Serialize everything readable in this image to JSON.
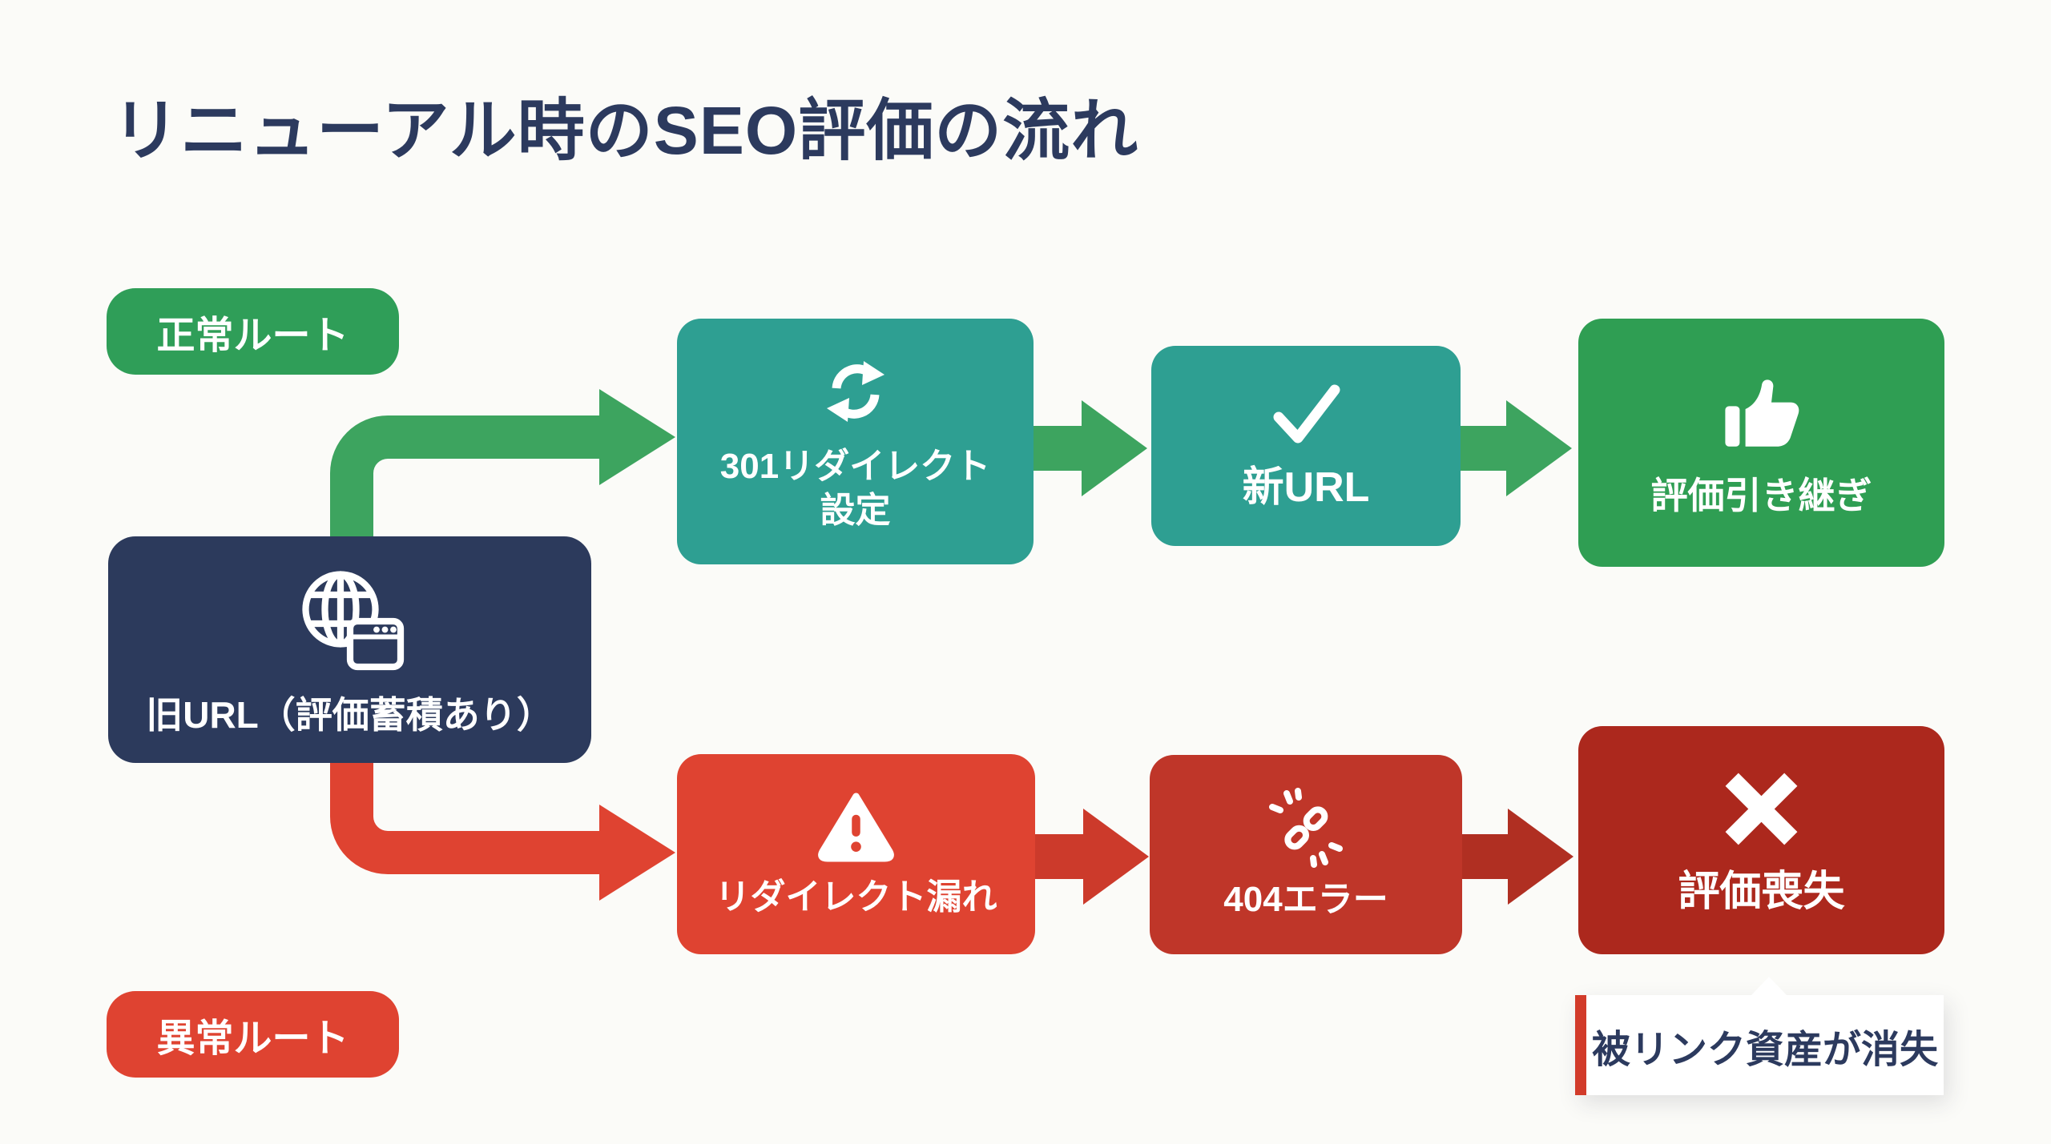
{
  "title": "リニューアル時のSEO評価の流れ",
  "labels": {
    "normal": "正常ルート",
    "abnormal": "異常ルート"
  },
  "nodes": {
    "old_url": "旧URL（評価蓄積あり）",
    "redirect_setup_line1": "301リダイレクト",
    "redirect_setup_line2": "設定",
    "new_url": "新URL",
    "eval_carryover": "評価引き継ぎ",
    "redirect_missing": "リダイレクト漏れ",
    "error_404": "404エラー",
    "eval_lost": "評価喪失"
  },
  "callout": {
    "text": "被リンク資産が消失"
  },
  "icons": {
    "old_url": "globe-browser-icon",
    "redirect_setup": "refresh-icon",
    "new_url": "check-icon",
    "eval_carryover": "thumbs-up-icon",
    "redirect_missing": "warning-icon",
    "error_404": "broken-link-icon",
    "eval_lost": "x-icon"
  },
  "colors": {
    "title_navy": "#2c3a5e",
    "node_navy": "#2c3a5c",
    "teal": "#2e9f92",
    "green_box": "#2f9e53",
    "green_pill": "#2f9e58",
    "green_arrow": "#3da45f",
    "red_bright": "#df4331",
    "red_mid_arrow": "#cc3a2b",
    "red_404": "#bf3629",
    "red_dark_arrow": "#b02f22",
    "red_dark": "#ac281d",
    "callout_border": "#d23b2a",
    "background": "#fbfbf8"
  }
}
